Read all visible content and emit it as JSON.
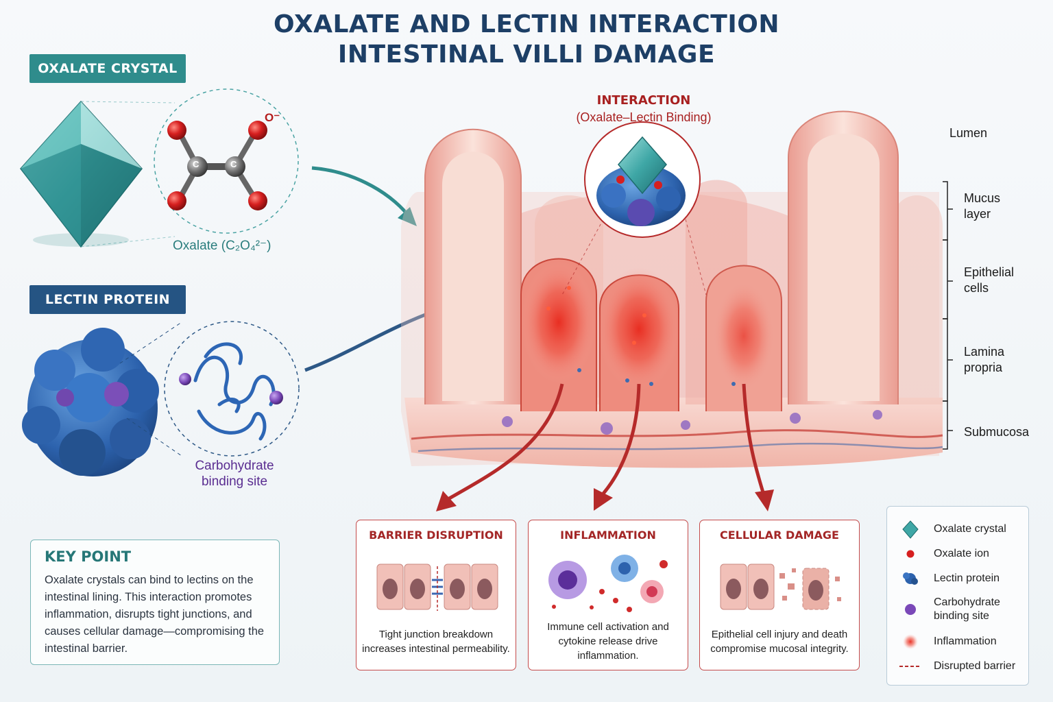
{
  "title": {
    "line1": "OXALATE AND LECTIN INTERACTION",
    "line2": "INTESTINAL VILLI DAMAGE"
  },
  "oxalate": {
    "tag": "OXALATE CRYSTAL",
    "formula_label": "Oxalate (C₂O₄²⁻)",
    "charge": "O⁻",
    "atom": "C"
  },
  "lectin": {
    "tag": "LECTIN PROTEIN",
    "site_label_line1": "Carbohydrate",
    "site_label_line2": "binding site"
  },
  "interaction": {
    "title": "INTERACTION",
    "subtitle": "(Oxalate–Lectin Binding)"
  },
  "layers": {
    "lumen": "Lumen",
    "mucus": [
      "Mucus",
      "layer"
    ],
    "epithelial": [
      "Epithelial",
      "cells"
    ],
    "lamina": [
      "Lamina",
      "propria"
    ],
    "submucosa": "Submucosa"
  },
  "key_point": {
    "heading": "KEY POINT",
    "text": "Oxalate crystals can bind to lectins on the intestinal lining. This interaction promotes inflammation, disrupts tight junctions, and causes cellular damage—compromising the intestinal barrier."
  },
  "effects": [
    {
      "title": "BARRIER DISRUPTION",
      "caption": "Tight junction breakdown increases intestinal permeability."
    },
    {
      "title": "INFLAMMATION",
      "caption": "Immune cell activation and cytokine release drive inflammation."
    },
    {
      "title": "CELLULAR DAMAGE",
      "caption": "Epithelial cell injury and death compromise mucosal integrity."
    }
  ],
  "legend": [
    {
      "icon": "oxalate-crystal-icon",
      "label": "Oxalate crystal"
    },
    {
      "icon": "oxalate-ion-icon",
      "label": "Oxalate ion"
    },
    {
      "icon": "lectin-protein-icon",
      "label": "Lectin protein"
    },
    {
      "icon": "carbohydrate-site-icon",
      "label": "Carbohydrate binding site"
    },
    {
      "icon": "inflammation-icon",
      "label": "Inflammation"
    },
    {
      "icon": "disrupted-barrier-icon",
      "label": "Disrupted barrier"
    }
  ],
  "colors": {
    "title": "#1d3f66",
    "teal": "#2f8c8c",
    "navy": "#255483",
    "red": "#b52a2a",
    "purple": "#6b3fa0"
  }
}
